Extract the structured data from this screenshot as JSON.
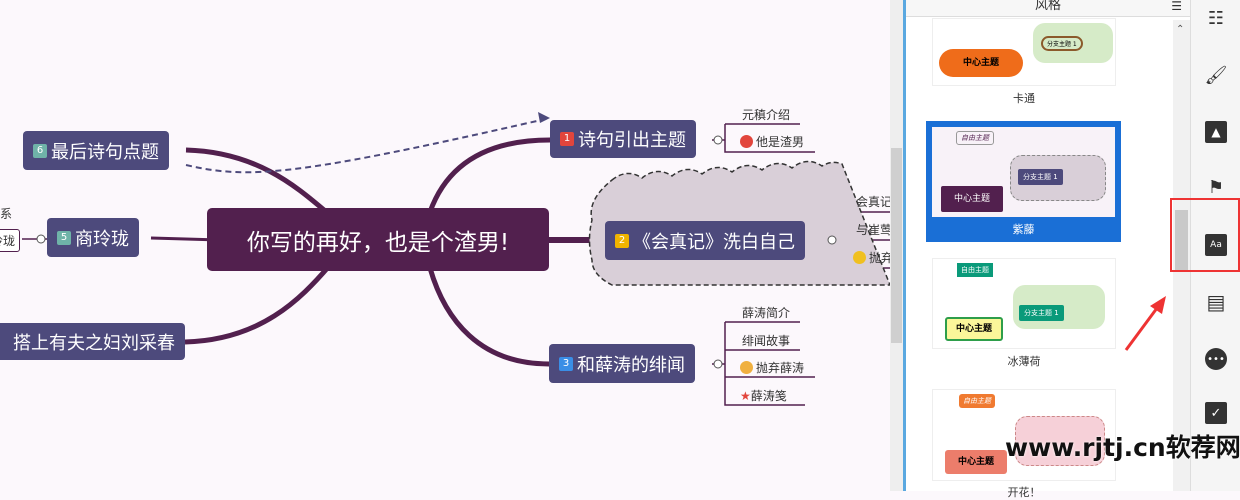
{
  "mindmap": {
    "central": "你写的再好，也是个渣男!",
    "branches": [
      {
        "num": "1",
        "label": "诗句引出主题",
        "badge_color": "#e2453c",
        "subs": [
          "元稹介绍",
          "他是渣男"
        ]
      },
      {
        "num": "2",
        "label": "《会真记》洗白自己",
        "badge_color": "#f0b400",
        "subs": [
          "会真记",
          "与崔莺",
          "抛弃"
        ]
      },
      {
        "num": "3",
        "label": "和薛涛的绯闻",
        "badge_color": "#3a8ee6",
        "subs": [
          "薛涛简介",
          "绯闻故事",
          "抛弃薛涛",
          "薛涛笺"
        ]
      },
      {
        "label": "搭上有夫之妇刘采春"
      },
      {
        "num": "5",
        "label": "商玲珑",
        "badge_color": "#6fb3a8",
        "subs": [
          "关系",
          "玲珑"
        ]
      },
      {
        "num": "6",
        "label": "最后诗句点题",
        "badge_color": "#6fb3a8"
      }
    ]
  },
  "panel": {
    "title": "风格",
    "styles": [
      {
        "name": "卡通",
        "center": "中心主题",
        "branch": "分支主题 1"
      },
      {
        "name": "紫藤",
        "center": "中心主题",
        "branch": "分支主题 1",
        "free": "自由主题",
        "selected": true
      },
      {
        "name": "冰薄荷",
        "center": "中心主题",
        "branch": "分支主题 1",
        "free": "自由主题"
      },
      {
        "name": "开花！",
        "center": "中心主题",
        "free": "自由主题"
      }
    ]
  },
  "iconbar": [
    "outline-icon",
    "brush-icon",
    "image-icon",
    "flag-icon",
    "text-style-icon",
    "document-icon",
    "comment-icon",
    "task-icon"
  ],
  "text_icon_label": "Aa",
  "watermark": "www.rjtj.cn软荐网",
  "colors": {
    "node": "#4d4a7c",
    "central": "#52204e",
    "selected": "#1a6fd6",
    "highlight": "#e33333"
  }
}
